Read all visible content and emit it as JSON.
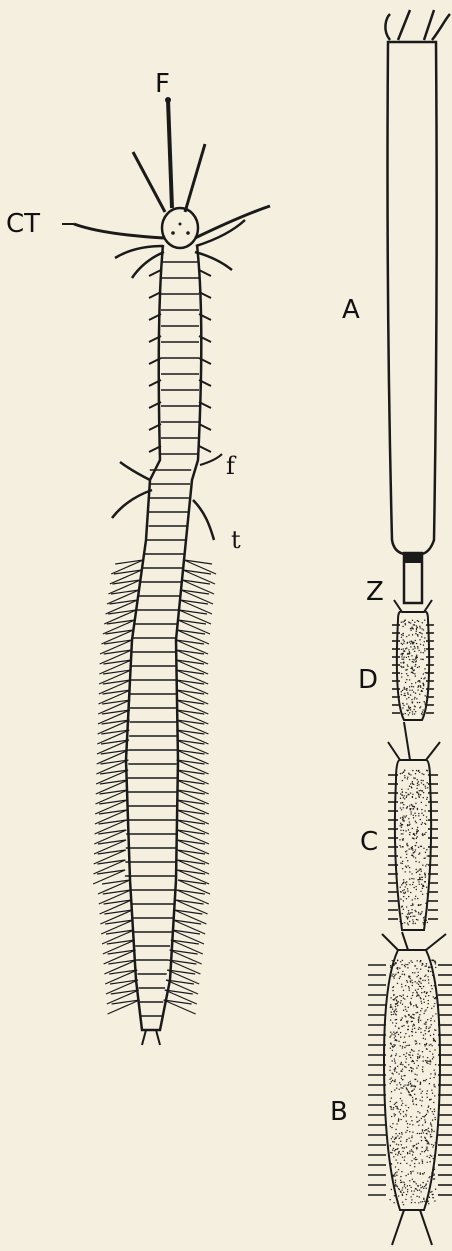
{
  "figure": {
    "background": "#f5efdf",
    "ink": "#1a1a1a",
    "left_specimen_labels": {
      "F": "F",
      "CT": "CT",
      "f": "f",
      "t": "t"
    },
    "right_specimen_labels": {
      "A": "A",
      "Z": "Z",
      "D": "D",
      "C": "C",
      "B": "B"
    },
    "icons": [
      "segmented-worm-drawing",
      "stolon-chain-drawing"
    ]
  }
}
